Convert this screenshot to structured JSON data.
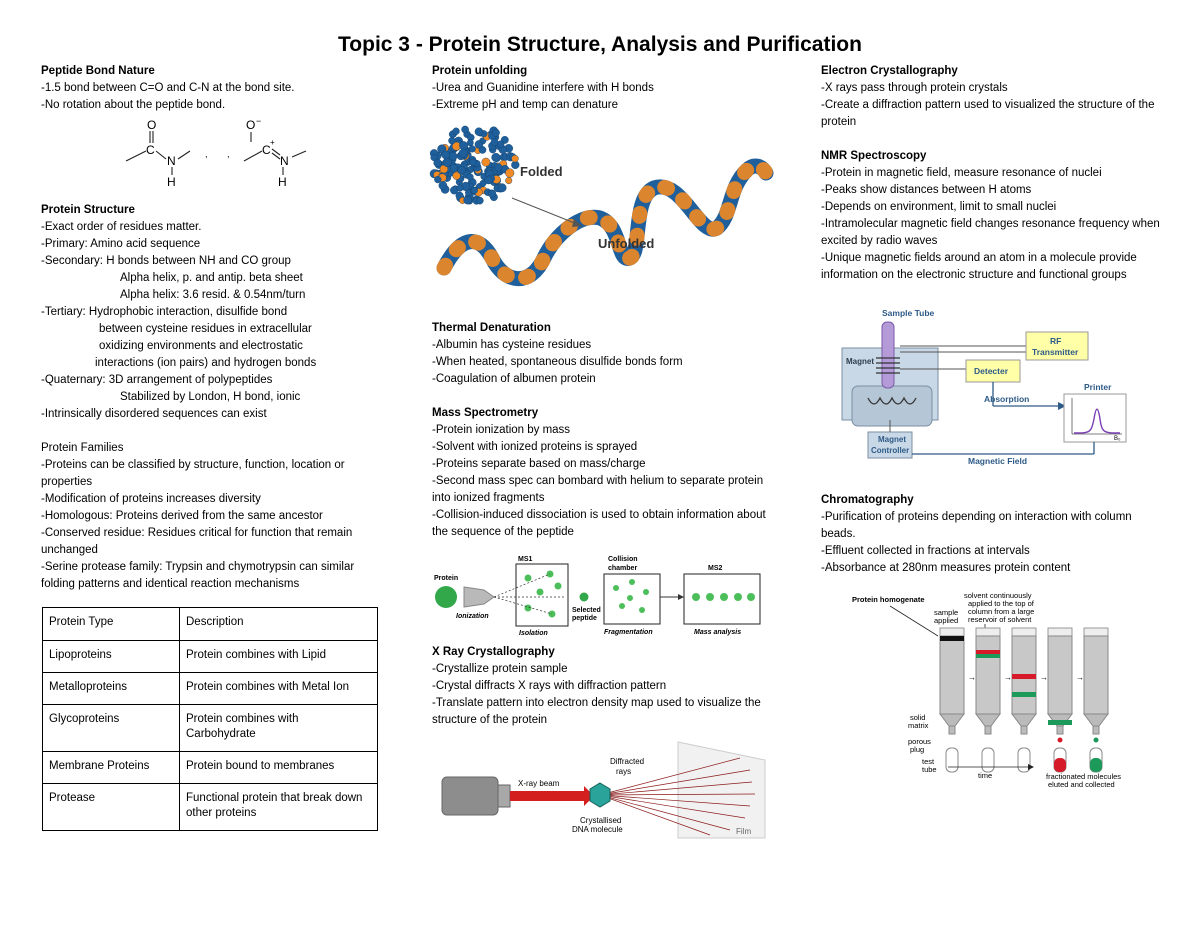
{
  "title": "Topic 3 - Protein Structure, Analysis and Purification",
  "col1": {
    "peptide": {
      "heading": "Peptide Bond Nature",
      "lines": [
        "-1.5 bond between C=O and C-N at the bond site.",
        "-No rotation about the peptide bond."
      ],
      "figure": {
        "o1": "O",
        "c1": "C",
        "n1": "N",
        "h1": "H",
        "o2": "O",
        "minus": "−",
        "c2": "C",
        "n2": "N",
        "h2": "H",
        "plus": "+"
      }
    },
    "structure": {
      "heading": "Protein Structure",
      "lines": [
        "-Exact order of residues matter.",
        "-Primary: Amino acid sequence",
        "-Secondary: H bonds between NH and CO group",
        "Alpha helix, p. and antip. beta sheet",
        "Alpha helix: 3.6 resid. & 0.54nm/turn",
        "-Tertiary: Hydrophobic interaction, disulfide bond",
        "between cysteine residues in extracellular",
        "oxidizing environments and electrostatic",
        "interactions (ion pairs) and hydrogen bonds",
        "-Quaternary: 3D arrangement of polypeptides",
        "Stabilized by London, H bond, ionic",
        "-Intrinsically disordered sequences can exist"
      ]
    },
    "families": {
      "heading": "Protein Families",
      "lines": [
        "-Proteins can be classified by structure, function, location or properties",
        "-Modification of proteins increases diversity",
        "-Homologous: Proteins derived from the same ancestor",
        "-Conserved residue: Residues critical for function that remain unchanged",
        "-Serine protease family: Trypsin and chymotrypsin can similar folding patterns and identical reaction mechanisms"
      ]
    },
    "table": {
      "header": [
        "Protein Type",
        "Description"
      ],
      "rows": [
        [
          "Lipoproteins",
          "Protein combines with Lipid"
        ],
        [
          "Metalloproteins",
          "Protein combines with Metal Ion"
        ],
        [
          "Glycoproteins",
          "Protein combines with Carbohydrate"
        ],
        [
          "Membrane Proteins",
          "Protein bound to membranes"
        ],
        [
          "Protease",
          "Functional protein that break down other proteins"
        ]
      ]
    }
  },
  "col2": {
    "unfolding": {
      "heading": "Protein unfolding",
      "lines": [
        "-Urea and Guanidine interfere with H bonds",
        "-Extreme pH and temp can denature"
      ],
      "figure": {
        "folded": "Folded",
        "unfolded": "Unfolded"
      }
    },
    "thermal": {
      "heading": "Thermal Denaturation",
      "lines": [
        "-Albumin has cysteine residues",
        "-When heated, spontaneous disulfide bonds form",
        "-Coagulation of albumen protein"
      ]
    },
    "mass": {
      "heading": "Mass Spectrometry",
      "lines": [
        "-Protein ionization by mass",
        "-Solvent with ionized proteins is sprayed",
        "-Proteins separate based on mass/charge",
        "-Second mass spec can bombard with helium to separate protein into ionized fragments",
        "-Collision-induced dissociation is used to obtain information about the sequence of the peptide"
      ],
      "figure": {
        "protein": "Protein",
        "ionization": "Ionization",
        "ms1": "MS1",
        "selected": "Selected",
        "peptide": "peptide",
        "isolation": "Isolation",
        "collision": "Collision",
        "chamber": "chamber",
        "fragmentation": "Fragmentation",
        "ms2": "MS2",
        "analysis": "Mass analysis"
      }
    },
    "xray": {
      "heading": "X Ray Crystallography",
      "lines": [
        "-Crystallize protein sample",
        "-Crystal diffracts X rays with diffraction pattern",
        "-Translate pattern into electron density map used to visualize the structure of the protein"
      ],
      "figure": {
        "beam": "X-ray beam",
        "diffracted": "Diffracted",
        "rays": "rays",
        "crystal1": "Crystallised",
        "crystal2": "DNA molecule",
        "film": "Film"
      }
    }
  },
  "col3": {
    "electron": {
      "heading": "Electron Crystallography",
      "lines": [
        "-X rays pass through protein crystals",
        "-Create a diffraction pattern used to visualized the structure of the protein"
      ]
    },
    "nmr": {
      "heading": "NMR Spectroscopy",
      "lines": [
        "-Protein in magnetic field, measure resonance of nuclei",
        "-Peaks show distances between H atoms",
        "-Depends on environment, limit to small nuclei",
        "-Intramolecular magnetic field changes resonance frequency when excited by radio waves",
        "-Unique magnetic fields around an atom in a molecule provide information on the electronic structure and functional groups"
      ],
      "figure": {
        "sampleTube": "Sample Tube",
        "rf": "RF",
        "transmitter": "Transmitter",
        "magnet": "Magnet",
        "detecter": "Detecter",
        "printer": "Printer",
        "absorption": "Absorption",
        "magnet2": "Magnet",
        "controller": "Controller",
        "field": "Magnetic Field",
        "b0": "B₀"
      }
    },
    "chrom": {
      "heading": "Chromatography",
      "lines": [
        "-Purification of proteins depending on interaction with column beads.",
        "-Effluent collected in fractions at intervals",
        "-Absorbance at 280nm measures protein content"
      ],
      "figure": {
        "homogenate": "Protein homogenate",
        "sample": "sample",
        "applied": "applied",
        "solvent1": "solvent continuously",
        "solvent2": "applied to the top of",
        "solvent3": "column from a large",
        "solvent4": "reservoir of solvent",
        "solid": "solid",
        "matrix": "matrix",
        "porous": "porous",
        "plug": "plug",
        "test": "test",
        "tube": "tube",
        "time": "time",
        "frac1": "fractionated molecules",
        "frac2": "eluted and collected"
      }
    }
  },
  "colors": {
    "protein": "#1f5f9c",
    "accent": "#f08a24",
    "column": "#c8c8c8",
    "red": "#d61a2a",
    "green": "#1b9a5a",
    "mag": "#c9d8e6",
    "box": "#ffffa8"
  }
}
